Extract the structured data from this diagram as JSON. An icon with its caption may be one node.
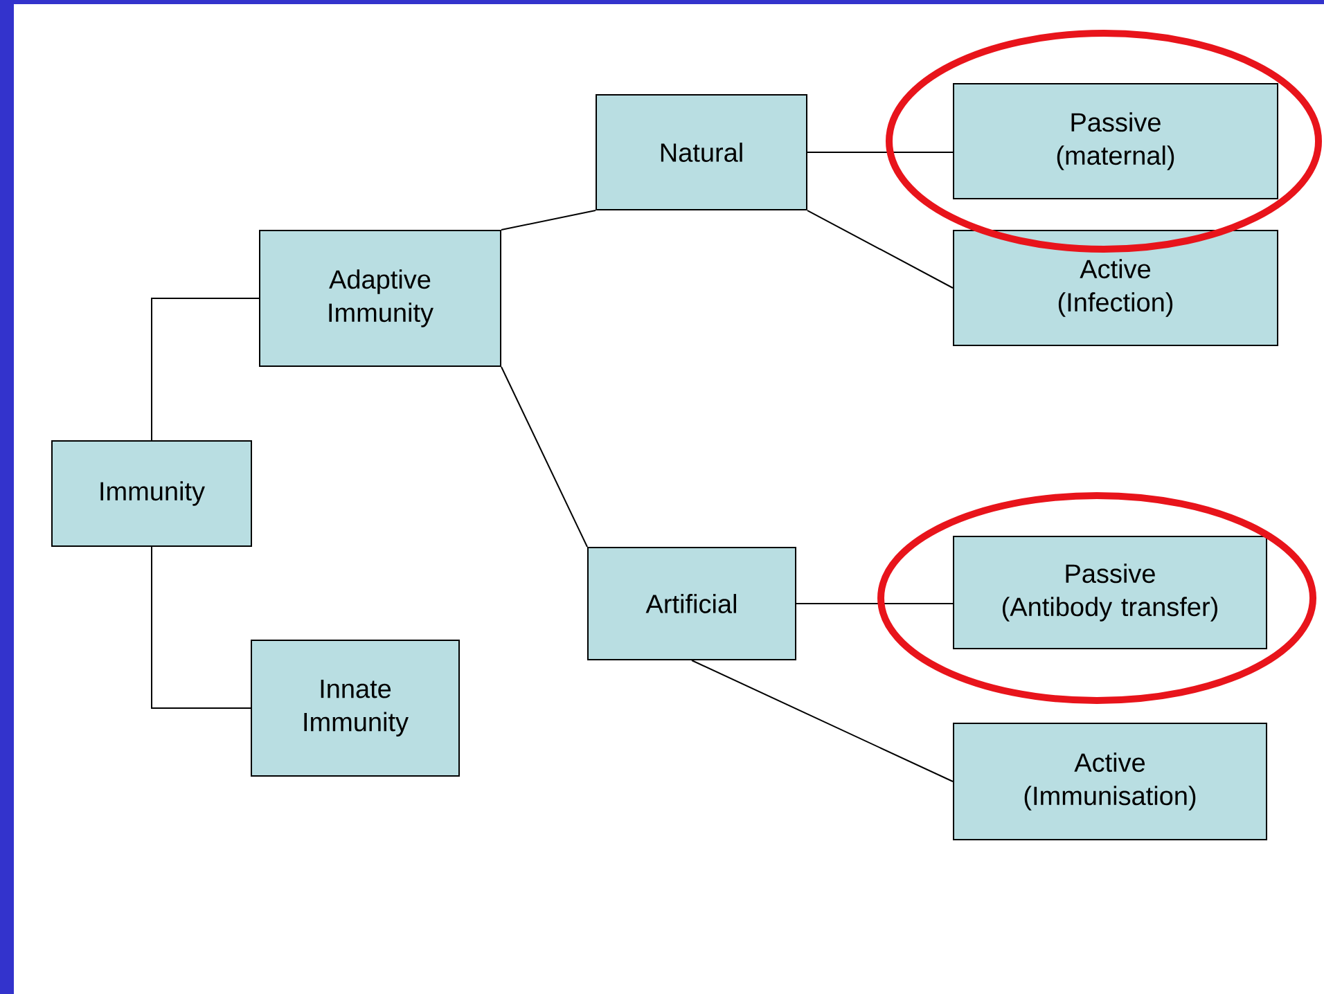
{
  "diagram": {
    "nodes": [
      {
        "text": [
          "Immunity"
        ]
      },
      {
        "text": [
          "Adaptive Immunity"
        ]
      },
      {
        "text": [
          "Innate Immunity"
        ]
      },
      {
        "text": [
          "Natural"
        ]
      },
      {
        "text": [
          "Artificial"
        ]
      },
      {
        "text": [
          "Passive",
          "(maternal)"
        ]
      },
      {
        "text": [
          "Active",
          "(Infection)"
        ]
      },
      {
        "text": [
          "Passive",
          "(Antibody transfer)"
        ]
      },
      {
        "text": [
          "Active",
          "(Immunisation)"
        ]
      }
    ],
    "edges": [
      {
        "from": 0,
        "to": 1,
        "arrow": "none"
      },
      {
        "from": 0,
        "to": 2,
        "arrow": "none"
      },
      {
        "from": 1,
        "to": 3,
        "arrow": "none"
      },
      {
        "from": 1,
        "to": 4,
        "arrow": "none"
      },
      {
        "from": 3,
        "to": 5,
        "arrow": "none"
      },
      {
        "from": 3,
        "to": 6,
        "arrow": "none"
      },
      {
        "from": 4,
        "to": 7,
        "arrow": "none"
      },
      {
        "from": 4,
        "to": 8,
        "arrow": "none"
      }
    ]
  }
}
